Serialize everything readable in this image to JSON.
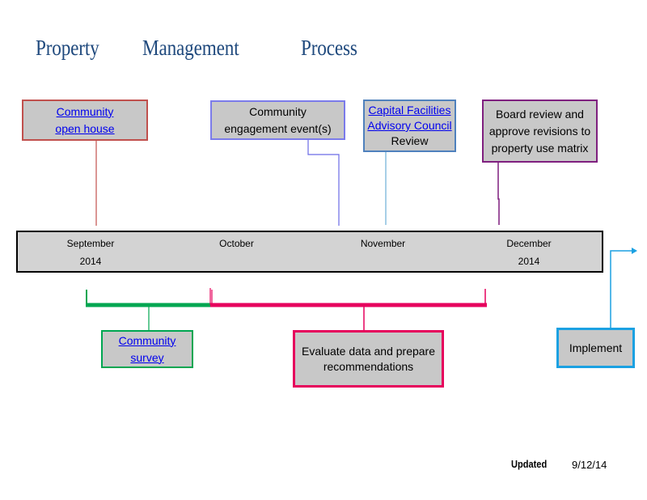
{
  "title": {
    "word1": "Property",
    "word2": "Management",
    "word3": "Process"
  },
  "boxes": {
    "open_house": {
      "line1": "Community",
      "line2": "open house"
    },
    "engagement": {
      "line1": "Community",
      "line2": "engagement event(s)"
    },
    "capital": {
      "line1": "Capital Facilities",
      "line2": "Advisory Council",
      "line3": "Review"
    },
    "board": {
      "line1": "Board review and",
      "line2": "approve revisions to",
      "line3": "property use matrix"
    },
    "survey": {
      "line1": "Community",
      "line2": "survey"
    },
    "evaluate": {
      "line1": "Evaluate data and prepare",
      "line2": "recommendations"
    },
    "implement": {
      "line1": "Implement"
    }
  },
  "timeline": [
    {
      "month": "September",
      "year": "2014"
    },
    {
      "month": "October",
      "year": ""
    },
    {
      "month": "November",
      "year": ""
    },
    {
      "month": "December",
      "year": "2014"
    }
  ],
  "footer": {
    "label": "Updated",
    "date": "9/12/14"
  },
  "colors": {
    "title": "#1f497d",
    "open_house": "#c0504d",
    "engagement": "#7b7bea",
    "capital": "#4f81bd",
    "board": "#7f1f7f",
    "survey": "#00a651",
    "evaluate": "#e6005c",
    "implement": "#1ba1e2",
    "box_fill": "#c8c8c8",
    "link": "#0000ee"
  }
}
